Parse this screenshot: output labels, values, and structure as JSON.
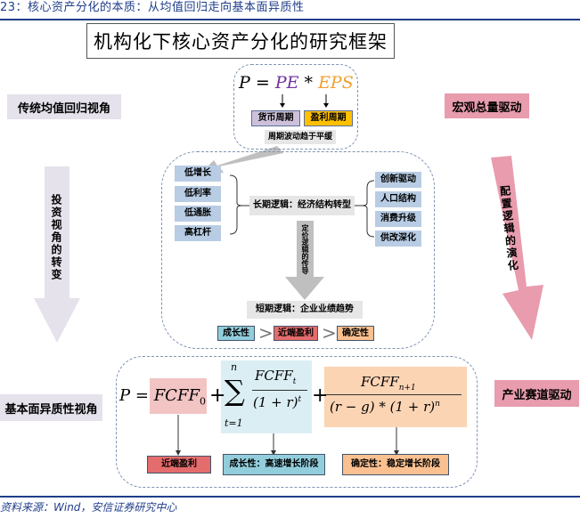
{
  "caption": "23：核心资产分化的本质：从均值回归走向基本面异质性",
  "title": "机构化下核心资产分化的研究框架",
  "left": {
    "top_label": "传统均值回归视角",
    "arrow_text": "投资视角的转变",
    "bottom_label": "基本面异质性视角"
  },
  "right": {
    "top_label": "宏观总量驱动",
    "arrow_text": "配置逻辑的演化",
    "bottom_label": "产业赛道驱动"
  },
  "top_formula": {
    "p": "P",
    "eq": "=",
    "pe": "PE",
    "star": "*",
    "eps": "EPS",
    "pe_box": "货币周期",
    "eps_box": "盈利周期",
    "note": "周期波动趋于平缓"
  },
  "middle": {
    "left_items": [
      "低增长",
      "低利率",
      "低通胀",
      "高杠杆"
    ],
    "center": "长期逻辑：经济结构转型",
    "right_items": [
      "创新驱动",
      "人口结构",
      "消费升级",
      "供改深化"
    ],
    "arrow_text": "定价逻辑的传导",
    "short_term": "短期逻辑：企业业绩趋势",
    "ranking": [
      "成长性",
      "近端盈利",
      "确定性"
    ],
    "gt": ">"
  },
  "bottom_formula": {
    "p": "P",
    "eq": "=",
    "term1": "FCFF",
    "term1_sub": "0",
    "plus": "+",
    "sum_top": "n",
    "sum_sym": "∑",
    "sum_bottom": "t=1",
    "term2_num": "FCFF",
    "term2_num_sub": "t",
    "term2_den": "(1 + r)",
    "term2_den_sup": "t",
    "term3_num": "FCFF",
    "term3_num_sub": "n+1",
    "term3_den_a": "(r − ",
    "term3_den_g": "g",
    "term3_den_b": ") * (1 + r)",
    "term3_den_sup": "n",
    "labels": [
      "近端盈利",
      "成长性：高速增长阶段",
      "确定性：稳定增长阶段"
    ]
  },
  "source": "资料来源：Wind，安信证券研究中心",
  "colors": {
    "accent": "#1f3d8a",
    "pink": "#e89cad",
    "lavender": "#e5e2ec",
    "pe_color": "#7030a0",
    "eps_color": "#f0a030"
  }
}
